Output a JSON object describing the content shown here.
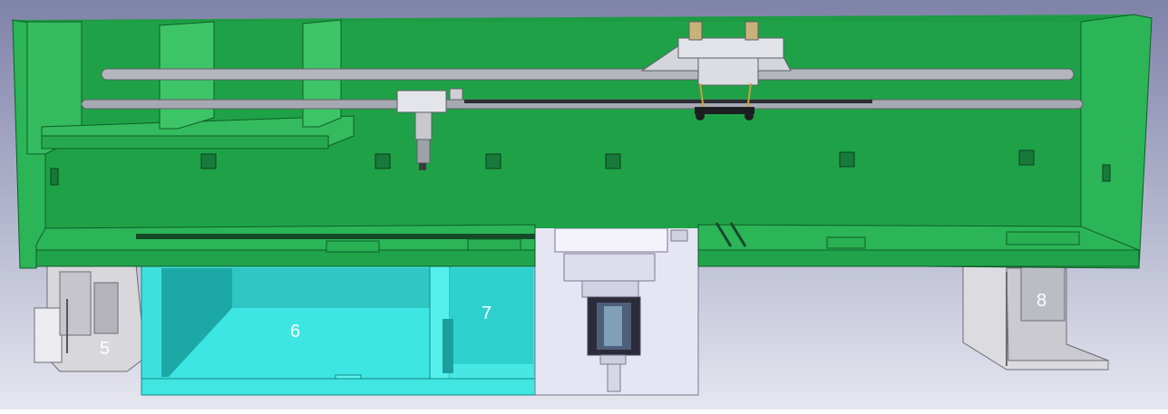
{
  "labels": {
    "l5": "5",
    "l6": "6",
    "l7": "7",
    "l8": "8"
  },
  "colors": {
    "background_top": "#8f92b5",
    "background_bottom": "#e4e5f0",
    "frame_green": "#1fa247",
    "frame_green_dark": "#157a36",
    "frame_green_light": "#37c061",
    "tank_cyan": "#3fe0de",
    "tank_cyan_dark": "#1aa9a6",
    "housing_lavender": "#e3e2f2",
    "support_grey": "#d9d8dd",
    "rail_grey": "#a9acb3"
  }
}
